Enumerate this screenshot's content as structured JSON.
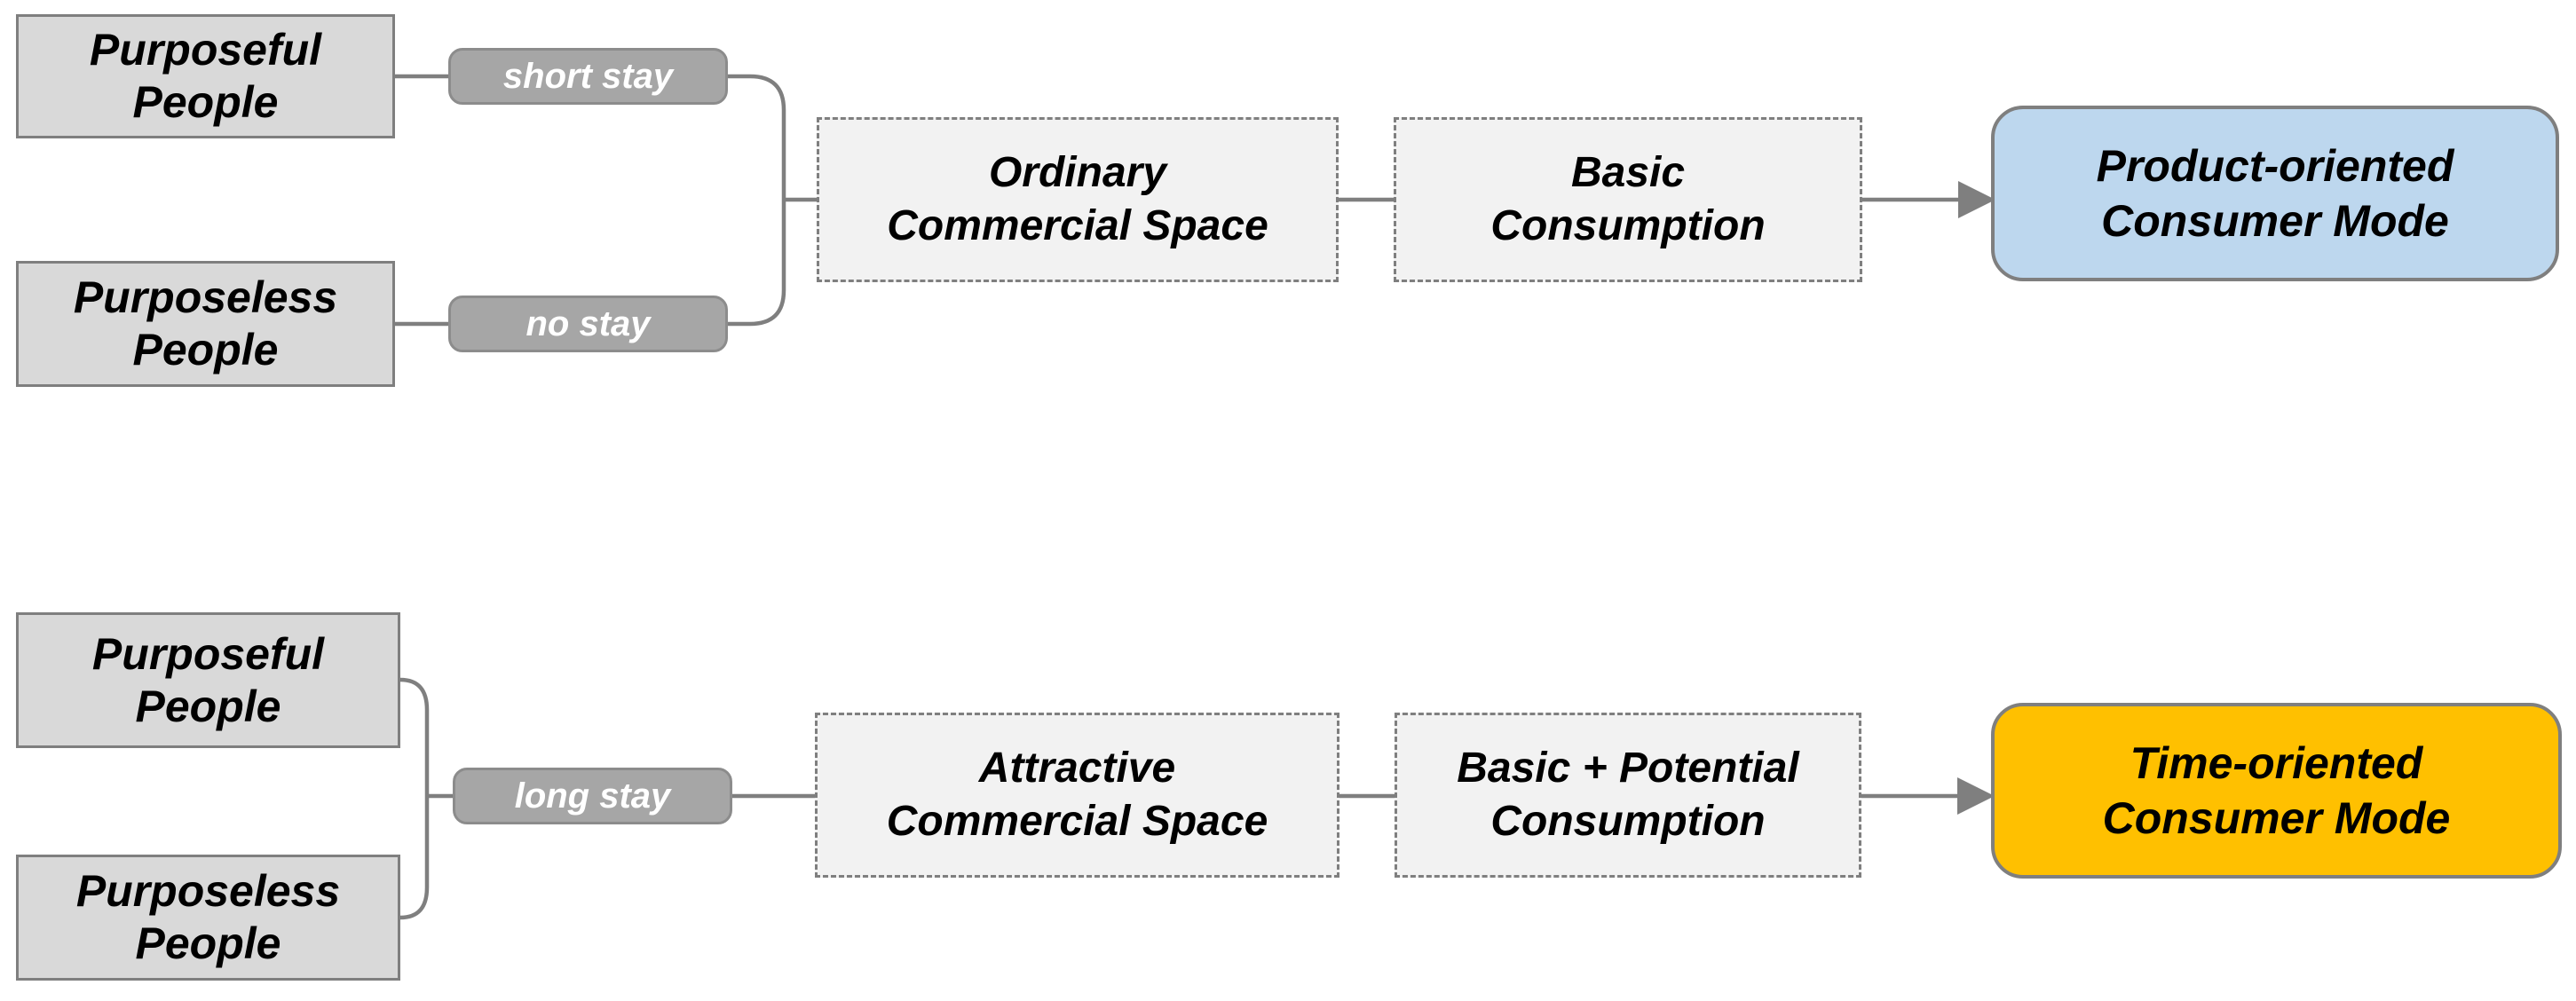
{
  "colors": {
    "people_box_fill": "#d9d9d9",
    "people_box_border": "#7f7f7f",
    "stay_pill_fill": "#a6a6a6",
    "stay_pill_text": "#ffffff",
    "dashed_box_fill": "#f2f2f2",
    "dashed_box_border": "#7f7f7f",
    "connector": "#7f7f7f",
    "product_outcome_fill": "#bdd7ee",
    "time_outcome_fill": "#ffc000",
    "text": "#000000"
  },
  "flows": [
    {
      "people": [
        {
          "label": "Purposeful\nPeople"
        },
        {
          "label": "Purposeless\nPeople"
        }
      ],
      "stay": [
        {
          "label": "short stay"
        },
        {
          "label": "no stay"
        }
      ],
      "space": {
        "label": "Ordinary\nCommercial Space"
      },
      "consumption": {
        "label": "Basic\nConsumption"
      },
      "outcome": {
        "label": "Product-oriented\nConsumer Mode",
        "fill": "#bdd7ee"
      }
    },
    {
      "people": [
        {
          "label": "Purposeful\nPeople"
        },
        {
          "label": "Purposeless\nPeople"
        }
      ],
      "stay": [
        {
          "label": "long stay"
        }
      ],
      "space": {
        "label": "Attractive\nCommercial Space"
      },
      "consumption": {
        "label": "Basic + Potential\nConsumption"
      },
      "outcome": {
        "label": "Time-oriented\nConsumer Mode",
        "fill": "#ffc000"
      }
    }
  ]
}
